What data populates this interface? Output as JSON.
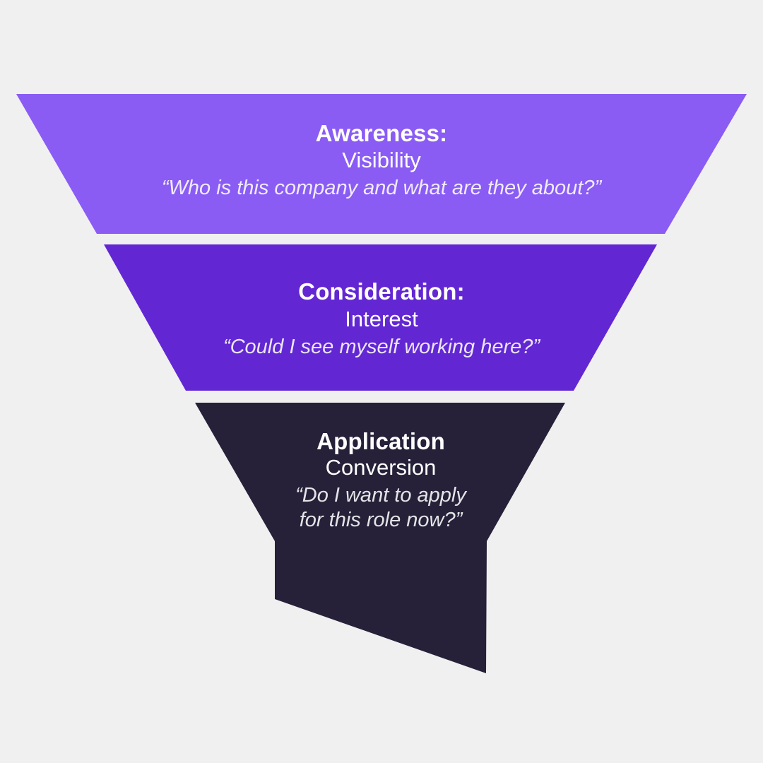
{
  "background_color": "#F1F0F1",
  "text_color": "#FFFFFF",
  "funnel": {
    "tiers": [
      {
        "id": "awareness",
        "title": "Awareness:",
        "subtitle": "Visibility",
        "quote": "“Who is this company and what are they about?”",
        "color": "#8A5CF4"
      },
      {
        "id": "consideration",
        "title": "Consideration:",
        "subtitle": "Interest",
        "quote": "“Could I see myself working here?”",
        "color": "#6227D3"
      },
      {
        "id": "application",
        "title": "Application",
        "subtitle": "Conversion",
        "quote_line1": "“Do I want to apply",
        "quote_line2": "for this role now?”",
        "color": "#262139"
      }
    ]
  }
}
